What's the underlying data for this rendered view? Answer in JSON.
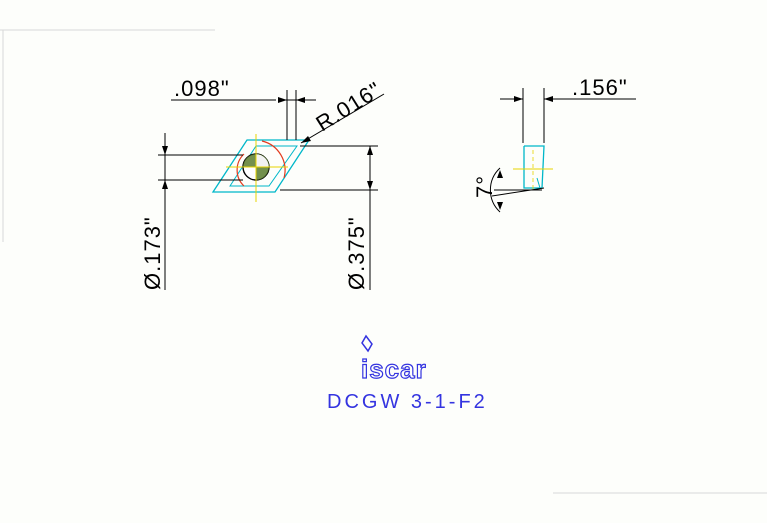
{
  "dimensions": {
    "top_left": ".098\"",
    "radius": "R.016\"",
    "left_diameter": "Ø.173\"",
    "right_diameter": "Ø.375\"",
    "thickness": ".156\"",
    "angle": "7°"
  },
  "logo": {
    "text": "iscar",
    "icon": "iscar-logo-mark"
  },
  "part_number": "DCGW 3-1-F2",
  "colors": {
    "outline": "#00b7c9",
    "dimension": "#000000",
    "centerline": "#e8d400",
    "arc": "#e23a1e",
    "brand": "#3434e0",
    "hatch": "#5a7d2e"
  }
}
